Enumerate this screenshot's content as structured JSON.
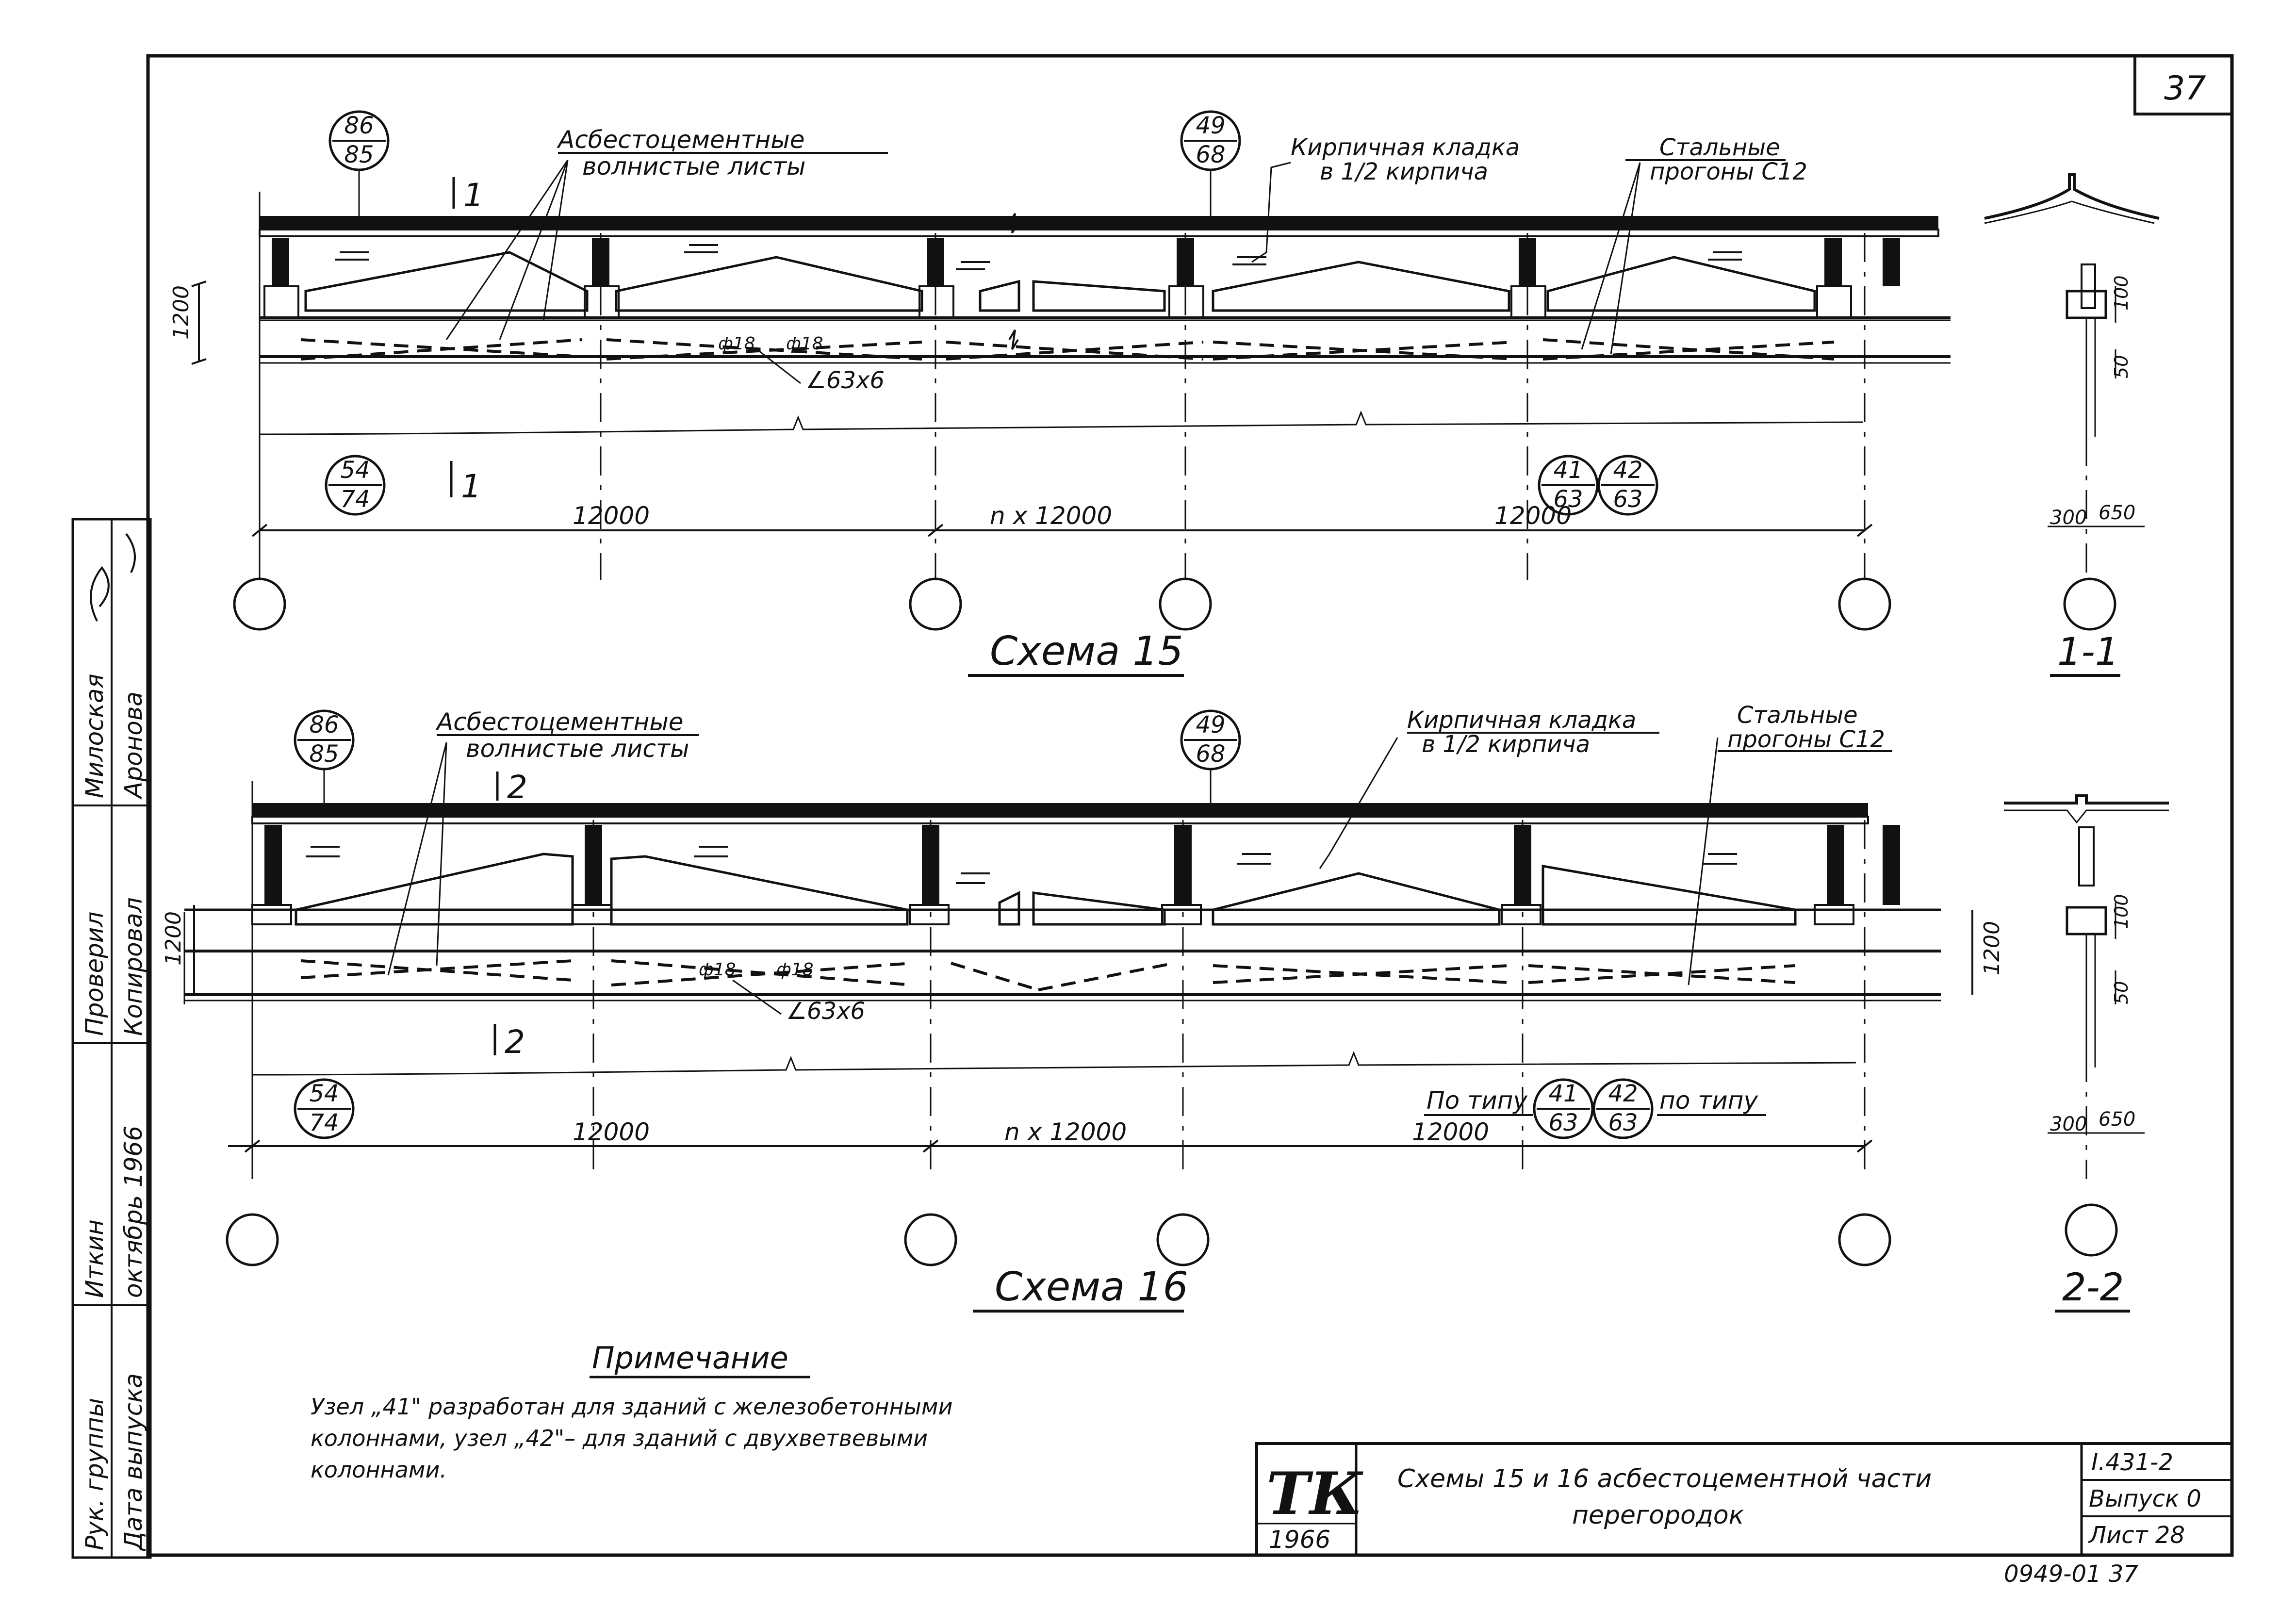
{
  "sheet": {
    "page_number": "37",
    "bottom_number": "0949-01  37"
  },
  "scheme15": {
    "title": "Схема 15",
    "callout_asbestos_line1": "Асбестоцементные",
    "callout_asbestos_line2": "волнистые листы",
    "callout_brick_line1": "Кирпичная кладка",
    "callout_brick_line2": "в 1/2 кирпича",
    "callout_purlins_line1": "Стальные",
    "callout_purlins_line2": "прогоны С12",
    "node_top_left": {
      "num": "86",
      "den": "85"
    },
    "node_top_mid": {
      "num": "49",
      "den": "68"
    },
    "node_bottom_left": {
      "num": "54",
      "den": "74"
    },
    "node_bottom_41": {
      "num": "41",
      "den": "63"
    },
    "node_bottom_42": {
      "num": "42",
      "den": "63"
    },
    "cut_mark": "1",
    "dim_height": "1200",
    "bar_label_a": "ф18",
    "bar_label_b": "ф18",
    "angle_label": "∠63х6",
    "dim_span_left": "12000",
    "dim_span_mid": "n x 12000",
    "dim_span_right": "12000"
  },
  "scheme16": {
    "title": "Схема 16",
    "callout_asbestos_line1": "Асбестоцементные",
    "callout_asbestos_line2": "волнистые листы",
    "callout_brick_line1": "Кирпичная кладка",
    "callout_brick_line2": "в 1/2 кирпича",
    "callout_purlins_line1": "Стальные",
    "callout_purlins_line2": "прогоны С12",
    "node_top_left": {
      "num": "86",
      "den": "85"
    },
    "node_top_mid": {
      "num": "49",
      "den": "68"
    },
    "node_bottom_left": {
      "num": "54",
      "den": "74"
    },
    "node_bottom_41": {
      "num": "41",
      "den": "63"
    },
    "node_bottom_42": {
      "num": "42",
      "den": "63"
    },
    "by_type_left": "По типу",
    "by_type_right": "по типу",
    "cut_mark": "2",
    "dim_height": "1200",
    "dim_height_right": "1200",
    "bar_label_a": "ф18",
    "bar_label_b": "ф18",
    "angle_label": "∠63х6",
    "dim_span_left": "12000",
    "dim_span_mid": "n x 12000",
    "dim_span_right": "12000"
  },
  "section11": {
    "label": "1-1",
    "dim_100": "100",
    "dim_50": "50",
    "dim_300": "300",
    "dim_650": "650"
  },
  "section22": {
    "label": "2-2",
    "dim_100": "100",
    "dim_50": "50",
    "dim_300": "300",
    "dim_650": "650"
  },
  "note": {
    "heading": "Примечание",
    "line1": "Узел „41\" разработан для зданий с железобетонными",
    "line2": "колоннами, узел „42\"– для зданий с двухветвевыми",
    "line3": "колоннами."
  },
  "title_block": {
    "logo": "ТК",
    "year": "1966",
    "title_line1": "Схемы 15 и 16 асбестоцементной части",
    "title_line2": "перегородок",
    "code": "I.431-2",
    "issue": "Выпуск 0",
    "sheet": "Лист 28"
  },
  "side_stamp": {
    "col1_top": "Рук. группы",
    "col1_bottom": "Дата выпуска",
    "col2_top": "Иткин",
    "col2_bottom": "октябрь 1966",
    "col3_top": "Проверил",
    "col3_bottom": "Копировал",
    "col4_top": "Милоская",
    "col4_bottom": "Аронова"
  }
}
